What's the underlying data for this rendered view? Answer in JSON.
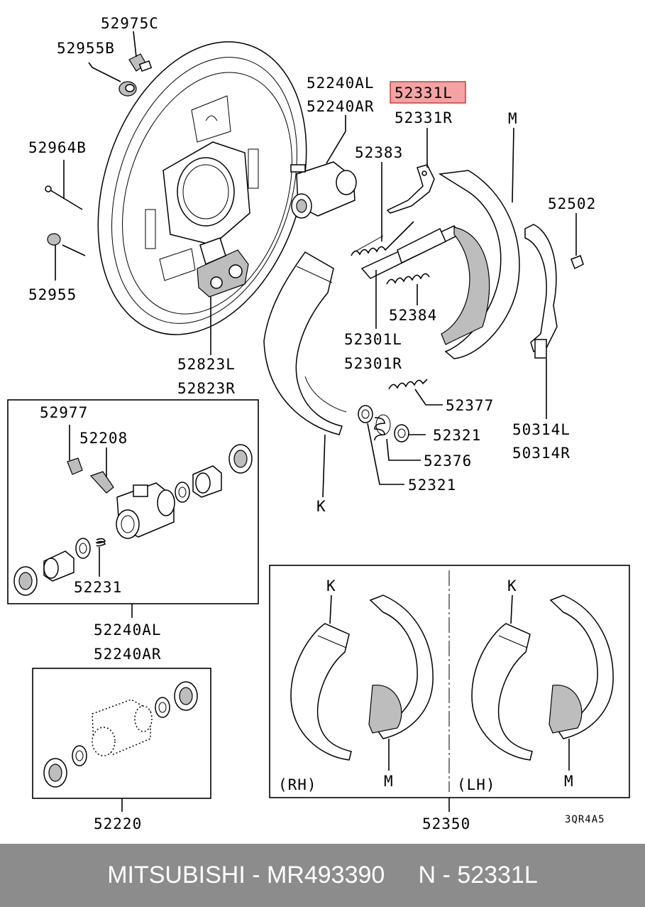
{
  "labels": {
    "l52975c": "52975C",
    "l52955b": "52955B",
    "l52964b": "52964B",
    "l52955": "52955",
    "l52823l": "52823L",
    "l52823r": "52823R",
    "l52240al_top": "52240AL",
    "l52240ar_top": "52240AR",
    "l52331l": "52331L",
    "l52331r": "52331R",
    "lm_top": "M",
    "l52383": "52383",
    "l52502": "52502",
    "l52384": "52384",
    "l52301l": "52301L",
    "l52301r": "52301R",
    "l52377": "52377",
    "l52321a": "52321",
    "l52376": "52376",
    "l52321b": "52321",
    "l50314l": "50314L",
    "l50314r": "50314R",
    "lk_main": "K",
    "l52977": "52977",
    "l52208": "52208",
    "l52231": "52231",
    "l52240al_mid": "52240AL",
    "l52240ar_mid": "52240AR",
    "l52220": "52220",
    "lk_rh": "K",
    "lk_lh": "K",
    "lrh": "(RH)",
    "llh": "(LH)",
    "lm_rh": "M",
    "lm_lh": "M",
    "l52350": "52350",
    "lcode": "3QR4A5"
  },
  "highlight_color": "#f4a3a3",
  "footer": {
    "text": "MITSUBISHI - MR493390     N - 52331L"
  }
}
